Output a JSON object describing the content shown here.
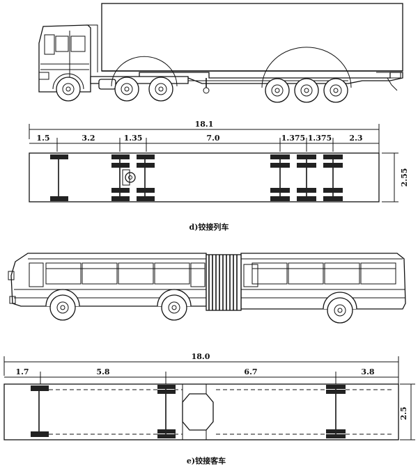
{
  "truck": {
    "total_length": "18.1",
    "segments": [
      "1.5",
      "3.2",
      "1.35",
      "7.0",
      "1.375",
      "1.375",
      "2.3"
    ],
    "width": "2.55",
    "caption": "d)铰接列车"
  },
  "bus": {
    "total_length": "18.0",
    "segments": [
      "1.7",
      "5.8",
      "6.7",
      "3.8"
    ],
    "width": "2.5",
    "caption": "e)铰接客车"
  }
}
